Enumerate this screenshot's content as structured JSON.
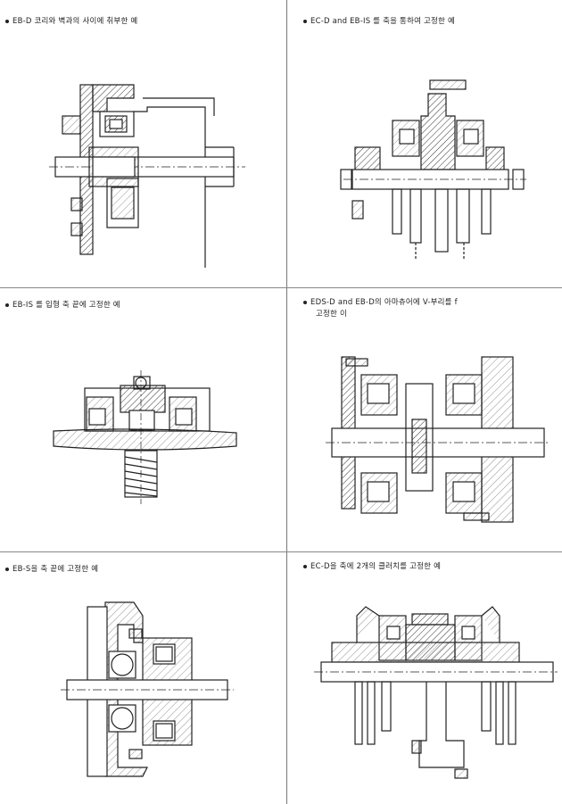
{
  "captions": [
    {
      "lines": [
        "EB-D 코리와 벽과의 사이에 취부한 예"
      ]
    },
    {
      "lines": [
        "EC-D and EB-IS 를 축을 통하여 고정한 예"
      ]
    },
    {
      "lines": [
        "EB-IS 를 입형 축 끝에 고정한 예"
      ]
    },
    {
      "lines": [
        "EDS-D and EB-D의 아마츄어에 V-부리를 f",
        "고정한 이"
      ]
    },
    {
      "lines": [
        "EB-S을 축 끝에 고정한 예"
      ]
    },
    {
      "lines": [
        "EC-D을 축에 2개의 클러치를 고정한 예"
      ]
    }
  ]
}
